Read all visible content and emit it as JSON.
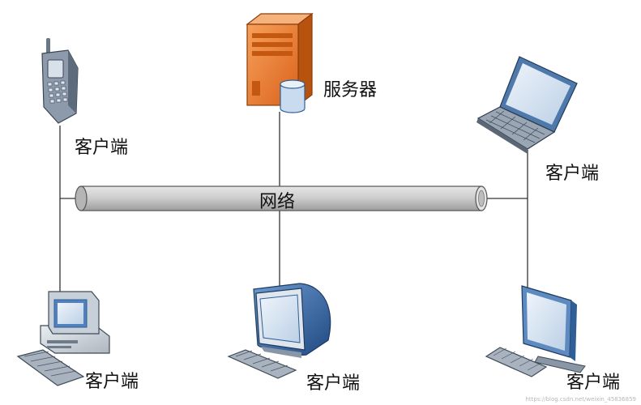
{
  "network": {
    "label": "网络"
  },
  "server": {
    "label": "服务器"
  },
  "clients": {
    "phone": "客户端",
    "laptop": "客户端",
    "desktop_left": "客户端",
    "desktop_middle": "客户端",
    "desktop_right": "客户端"
  },
  "watermark": "https://blog.csdn.net/weixin_45836859",
  "colors": {
    "server": "#e8792d",
    "pipe": "#c9c9c9",
    "screen": "#2f5f96",
    "line": "#333333"
  },
  "icons": [
    "mobile-phone-icon",
    "server-tower-icon",
    "database-icon",
    "laptop-icon",
    "desktop-computer-icon",
    "crt-monitor-icon",
    "flat-monitor-icon",
    "keyboard-icon"
  ]
}
